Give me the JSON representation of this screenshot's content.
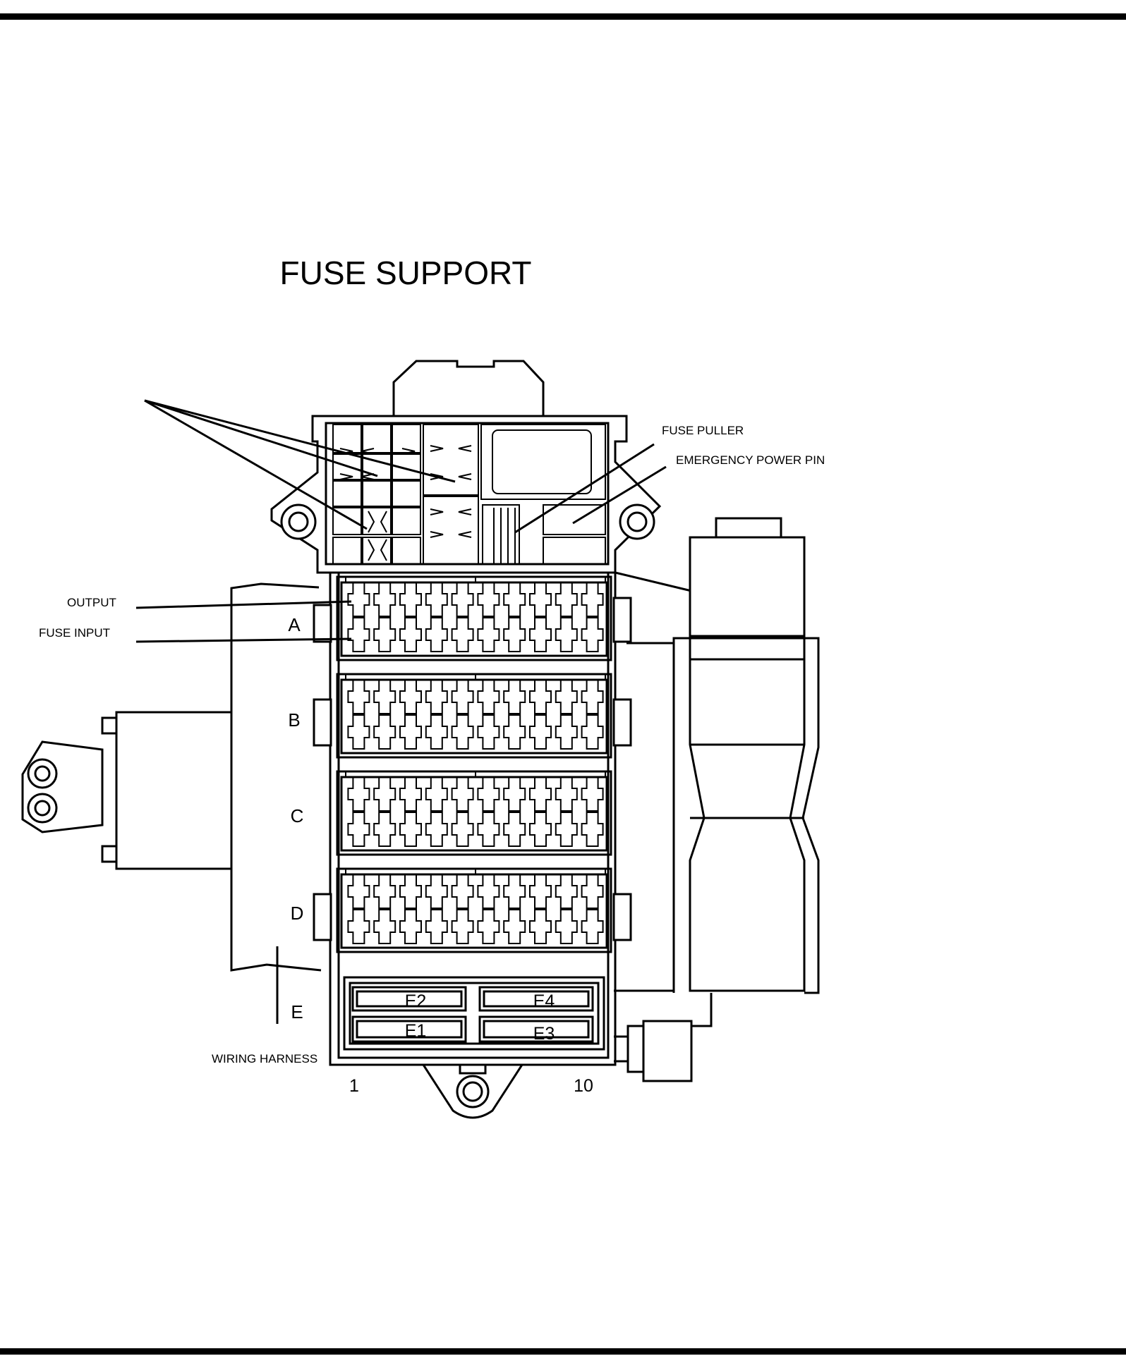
{
  "title": "FUSE SUPPORT",
  "callouts": {
    "fuse_puller": "FUSE PULLER",
    "emergency_power_pin": "EMERGENCY POWER PIN",
    "output": "OUTPUT",
    "fuse_input": "FUSE INPUT",
    "wiring_harness": "WIRING HARNESS"
  },
  "rows": {
    "a": "A",
    "b": "B",
    "c": "C",
    "d": "D",
    "e": "E"
  },
  "columns": {
    "first": "1",
    "last": "10"
  },
  "e_fuses": {
    "e1": "E1",
    "e2": "E2",
    "e3": "E3",
    "e4": "E4"
  },
  "fuse_block": {
    "rows": 4,
    "columns": 10,
    "levels": 2
  },
  "colors": {
    "line": "#000000",
    "background": "#ffffff"
  }
}
